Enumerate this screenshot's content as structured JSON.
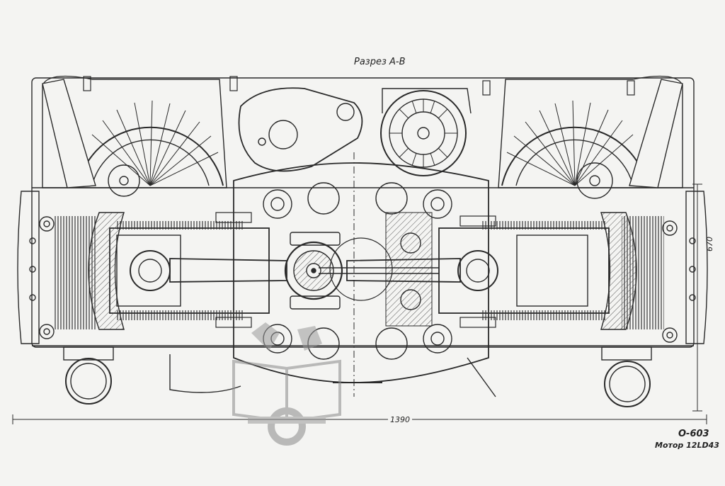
{
  "title": "Разрез А-В",
  "dimension_width": "1390",
  "dimension_height": "670",
  "sheet_number": "О-603",
  "engine_label": "Мотор 12LD43",
  "colors": {
    "line": "#2a2a2a",
    "hatch": "#4a4a4a",
    "paper": "#f4f4f2",
    "watermark": "#9a9a9a"
  },
  "watermark_icon": "book-and-gear-emblem"
}
